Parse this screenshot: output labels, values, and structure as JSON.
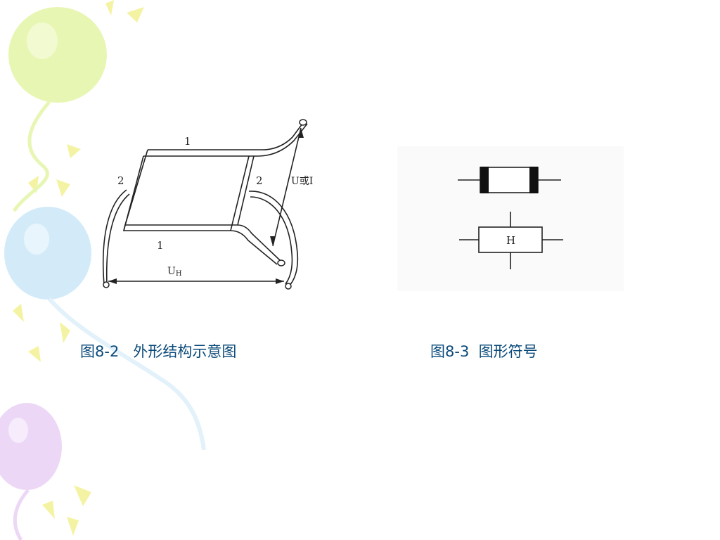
{
  "figures": {
    "left": {
      "caption": "图8-2   外形结构示意图",
      "labels": {
        "top_edge": "1",
        "bottom_edge": "1",
        "left_side": "2",
        "right_side": "2",
        "control": "U或I",
        "output": "U",
        "output_subscript": "H"
      }
    },
    "right": {
      "caption": "图8-3  图形符号",
      "symbol_letter": "H"
    }
  },
  "colors": {
    "caption": "#0a4a7a",
    "line": "#222222",
    "balloon_yellow": "#e8f5b8",
    "balloon_blue": "#d6ecf8",
    "balloon_purple": "#ecdaf6",
    "rays_yellow": "#f1f07a"
  }
}
